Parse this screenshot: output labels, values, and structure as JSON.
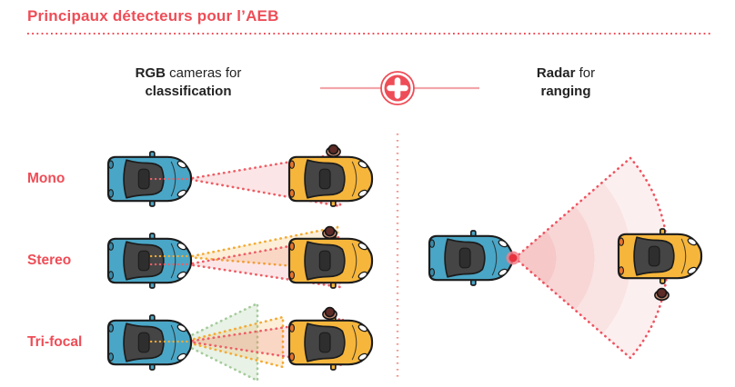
{
  "title": "Principaux détecteurs pour l’AEB",
  "camera_header": {
    "bold": "RGB",
    "rest": " cameras for",
    "line2": "classification"
  },
  "radar_header": {
    "bold": "Radar",
    "rest": " for",
    "line2": "ranging"
  },
  "camera_types": [
    {
      "label": "Mono",
      "cones": [
        "pink-narrow-long"
      ]
    },
    {
      "label": "Stereo",
      "cones": [
        "yellow-mid",
        "pink-narrow-long"
      ]
    },
    {
      "label": "Tri-focal",
      "cones": [
        "green-wide-short",
        "yellow-mid",
        "pink-narrow-long"
      ]
    }
  ],
  "icons": {
    "plus": "plus-icon",
    "pedestrian": "pedestrian-top-view",
    "radar_emitter": "radar-emitter-dot"
  },
  "colors": {
    "accent": "#ee4d57",
    "connector_line": "#f2a6aa",
    "divider_dot": "#f0948c",
    "blue_car_body": "#4aa6c6",
    "yellow_car_body": "#f6b63c",
    "car_glass": "#454545",
    "cone_pink": "#ee5e66",
    "cone_yellow": "#f3ab35",
    "cone_green": "#a5cb9b",
    "fan_border": "#ef5360",
    "fan_band_inner": "#f6c8c8",
    "fan_band_outer": "#fcefef"
  }
}
